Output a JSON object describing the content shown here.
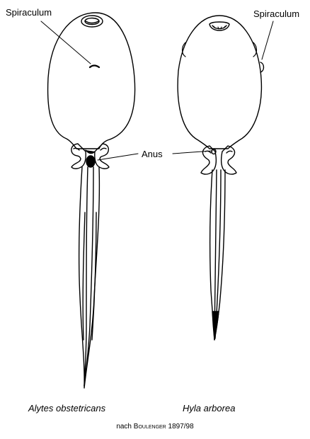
{
  "labels": {
    "spiraculum_left": "Spiraculum",
    "spiraculum_right": "Spiraculum",
    "anus": "Anus"
  },
  "captions": {
    "left_species": "Alytes obstetricans",
    "right_species": "Hyla arborea"
  },
  "credit": {
    "prefix": "nach ",
    "author": "Boulenger",
    "year": " 1897/98"
  }
}
